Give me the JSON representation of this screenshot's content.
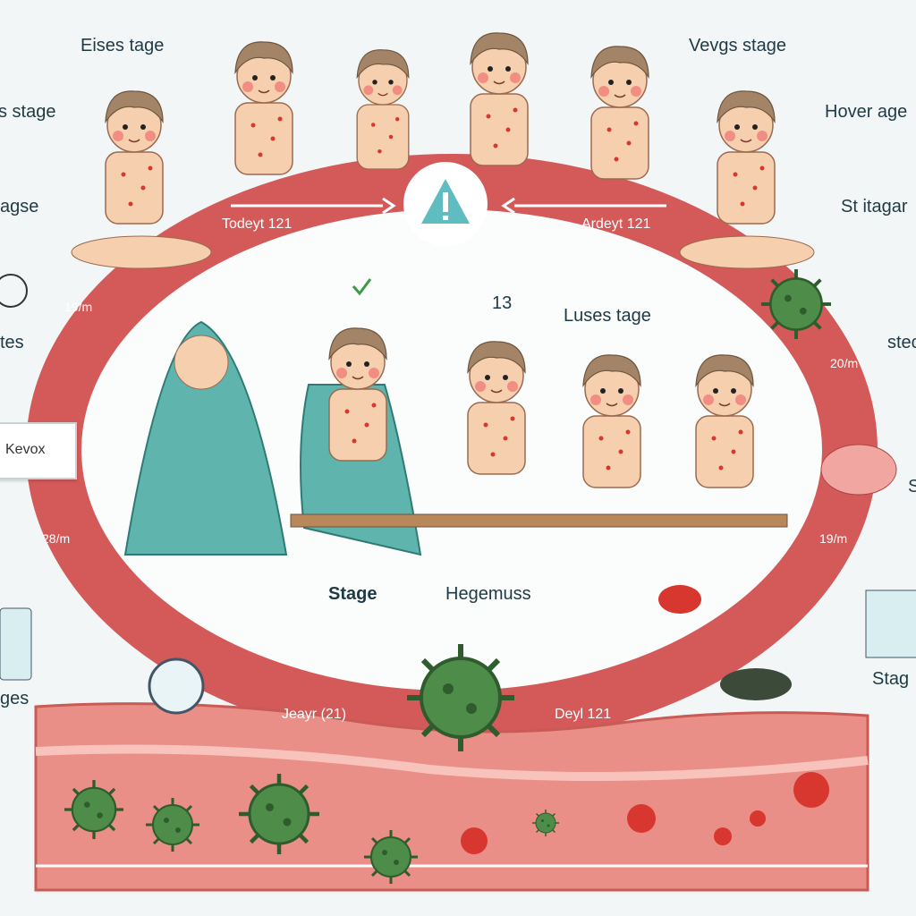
{
  "labels": {
    "top_left_stage": "Eises tage",
    "top_right_stage": "Vevgs stage",
    "left_stage_1": "s stage",
    "right_stage_1": "Hover age",
    "left_stage_2": "agse",
    "right_stage_2": "St itagar",
    "left_stage_3": "tes",
    "right_stage_3": "stec",
    "left_card": "Kevox",
    "center_number": "13",
    "center_stage": "Luses tage",
    "bottom_stage_1": "Stage",
    "bottom_stage_2": "Hegemuss",
    "left_stage_4": "ges",
    "right_stage_4": "Stag",
    "right_stage_5": "S"
  },
  "ring_labels": {
    "top_left": "Todeyt 121",
    "top_right": "Ardeyt 121",
    "left_upper": "19/m",
    "right_upper": "20/m",
    "left_lower": "28/m",
    "right_lower": "19/m",
    "bottom_left": "Jeayr (21)",
    "bottom_right": "Deyl 121"
  },
  "colors": {
    "ring": "#d35a58",
    "tissue": "#e98f88",
    "virus_green": "#4e8c4a",
    "virus_red": "#d8372f",
    "warning": "#5fbcc0"
  }
}
